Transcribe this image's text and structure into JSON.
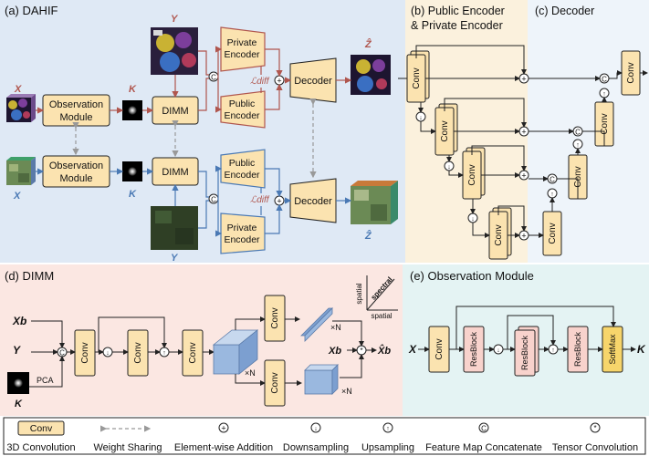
{
  "panels": {
    "a": "(a) DAHIF",
    "b_line1": "(b) Public Encoder",
    "b_line2": "& Private Encoder",
    "c": "(c) Decoder",
    "d": "(d) DIMM",
    "e": "(e) Observation Module"
  },
  "dahif": {
    "obs_module_l1": "Observation",
    "obs_module_l2": "Module",
    "dimm": "DIMM",
    "private_l1": "Private",
    "private_l2": "Encoder",
    "public_l1": "Public",
    "public_l2": "Encoder",
    "decoder": "Decoder",
    "x": "X",
    "y": "Y",
    "k": "K",
    "z": "Ẑ",
    "ldiff": "ℒdiff"
  },
  "encoder_decoder": {
    "conv": "Conv"
  },
  "dimm": {
    "xb": "Xb",
    "y": "Y",
    "k": "K",
    "pca": "PCA",
    "conv": "Conv",
    "times_n": "×N",
    "xb_out": "Xb",
    "xb_hat": "X̂b",
    "axis_spatial_v": "spatial",
    "axis_spectral": "spectral",
    "axis_spatial_h": "spatial"
  },
  "observation": {
    "x": "X",
    "conv": "Conv",
    "resblock": "ResBlock",
    "softmax": "SoftMax",
    "k": "K"
  },
  "legend": {
    "conv_label": "Conv",
    "conv_caption": "3D Convolution",
    "weight_sharing": "Weight Sharing",
    "add": "Element-wise Addition",
    "down": "Downsampling",
    "up": "Upsampling",
    "concat": "Feature Map Concatenate",
    "tensor": "Tensor Convolution"
  },
  "colors": {
    "panel_a_bg": "#dfe9f5",
    "panel_b_bg": "#fbf1dd",
    "panel_c_bg": "#eef4fa",
    "panel_d_bg": "#fbe7e2",
    "panel_e_bg": "#e4f3f3",
    "red_branch": "#b0564e",
    "blue_branch": "#4a79b4"
  }
}
